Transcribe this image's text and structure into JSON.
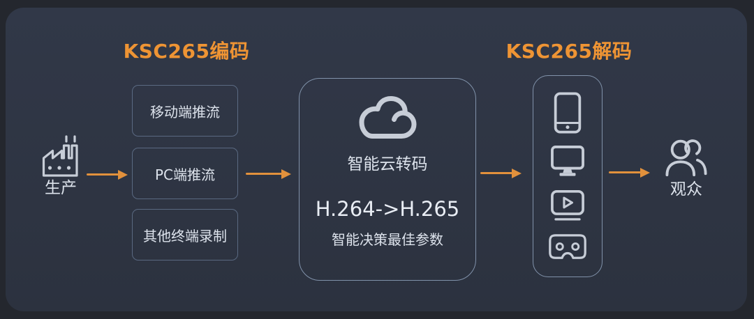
{
  "titles": {
    "encode": "KSC265编码",
    "decode": "KSC265解码"
  },
  "source": {
    "label": "生产",
    "icon": "factory-icon"
  },
  "encode_inputs": [
    {
      "label": "移动端推流"
    },
    {
      "label": "PC端推流"
    },
    {
      "label": "其他终端录制"
    }
  ],
  "transcode": {
    "icon": "cloud-icon",
    "title": "智能云转码",
    "conversion": "H.264->H.265",
    "subtitle": "智能决策最佳参数"
  },
  "decode_devices": [
    {
      "icon": "phone-icon"
    },
    {
      "icon": "monitor-icon"
    },
    {
      "icon": "video-player-icon"
    },
    {
      "icon": "vr-headset-icon"
    }
  ],
  "audience": {
    "label": "观众",
    "icon": "audience-icon"
  },
  "colors": {
    "outer_bg": "#24272e",
    "panel_bg": "#2f3543",
    "accent_orange": "#ee9434",
    "arrow_orange": "#e2913c",
    "icon_gray": "#c7cdd7",
    "text_light": "#dde3ec",
    "box_border": "rgba(127,150,182,0.55)",
    "big_border": "rgba(150,170,196,0.8)"
  }
}
